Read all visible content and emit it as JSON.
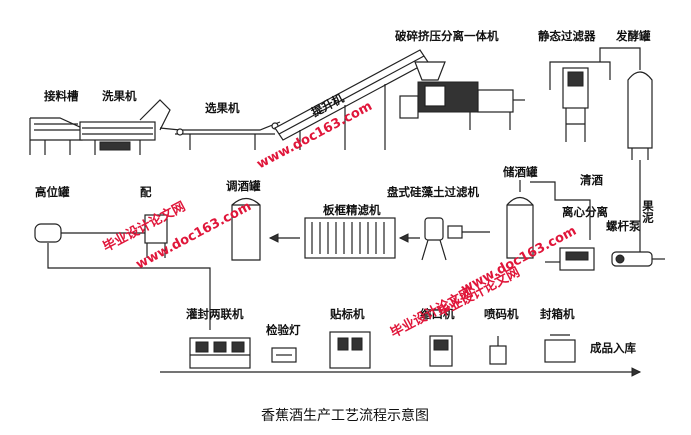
{
  "caption": "香蕉酒生产工艺流程示意图",
  "labels": {
    "jieliaocao": "接料槽",
    "xiguoji": "洗果机",
    "xuanguoji": "选果机",
    "tishengji": "提升机",
    "posui": "破碎挤压分离一体机",
    "jingtai": "静态过滤器",
    "fajiao": "发酵罐",
    "gaowei": "高位罐",
    "peijiu": "配",
    "tiaopei": "调酒罐",
    "banjing": "板框精滤机",
    "panshi": "盘式硅藻土过滤机",
    "chujiu": "储酒罐",
    "qingjiu": "清酒",
    "lixin": "离心分离",
    "guoni": "果泥",
    "luogan": "螺杆泵",
    "guanfeng": "灌封两联机",
    "jianyan": "检验灯",
    "tiebiao": "贴标机",
    "suokou": "缩口机",
    "penma": "喷码机",
    "fengxiang": "封箱机",
    "chengpin": "成品入库"
  },
  "watermarks": {
    "w1": "www.doc163.com",
    "w2": "毕业设计论文网",
    "w3": "www.doc163.com",
    "w4": "毕业设计论文网",
    "w5": "www.doc163.com",
    "w6": "毕业设计论文网"
  }
}
